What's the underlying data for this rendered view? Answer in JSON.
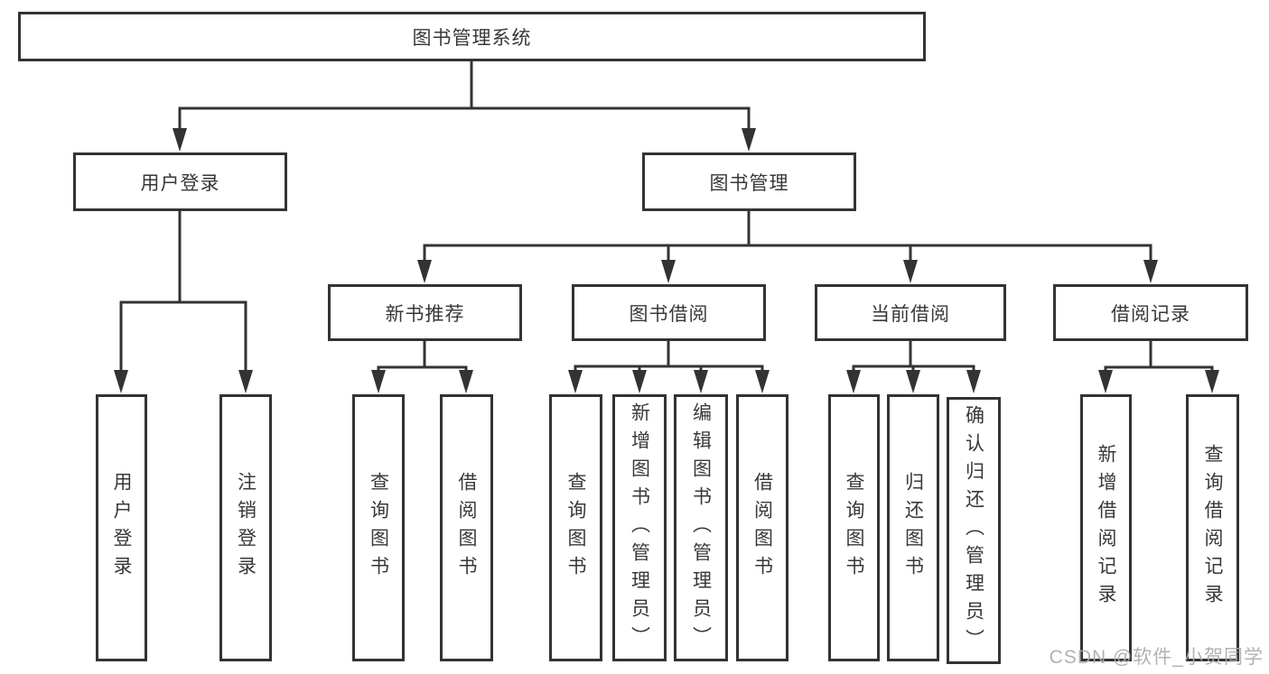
{
  "watermark": "CSDN @软件_小贺同学",
  "colors": {
    "line": "#333333",
    "box_border": "#333333",
    "text": "#383838",
    "background": "#ffffff",
    "watermark": "#aaaaaa"
  },
  "tree": {
    "root": "图书管理系统",
    "branches": [
      {
        "label": "用户登录",
        "children": [
          "用户登录",
          "注销登录"
        ]
      },
      {
        "label": "图书管理",
        "children": [
          {
            "label": "新书推荐",
            "children": [
              "查询图书",
              "借阅图书"
            ]
          },
          {
            "label": "图书借阅",
            "children": [
              "查询图书",
              "新增图书（管理员）",
              "编辑图书（管理员）",
              "借阅图书"
            ]
          },
          {
            "label": "当前借阅",
            "children": [
              "查询图书",
              "归还图书",
              "确认归还（管理员）"
            ]
          },
          {
            "label": "借阅记录",
            "children": [
              "新增借阅记录",
              "查询借阅记录"
            ]
          }
        ]
      }
    ]
  }
}
